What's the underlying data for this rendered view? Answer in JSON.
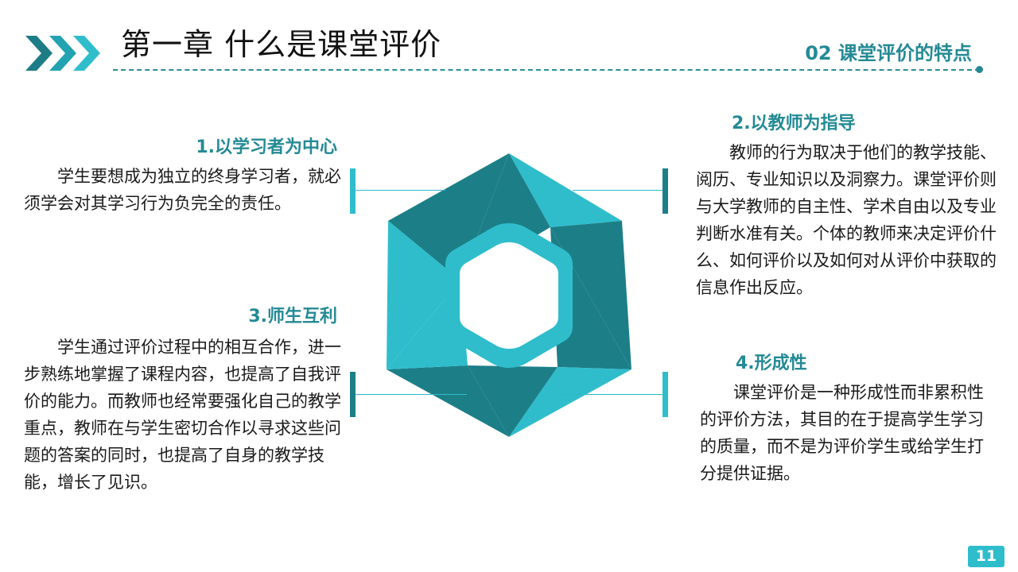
{
  "header": {
    "title": "第一章  什么是课堂评价",
    "section": "02 课堂评价的特点"
  },
  "points": [
    {
      "heading": "1.以学习者为中心",
      "text": "学生要想成为独立的终身学习者，就必须学会对其学习行为负完全的责任。"
    },
    {
      "heading": "2.以教师为指导",
      "text": "教师的行为取决于他们的教学技能、阅历、专业知识以及洞察力。课堂评价则与大学教师的自主性、学术自由以及专业判断水准有关。个体的教师来决定评价什么、如何评价以及如何对从评价中获取的信息作出反应。"
    },
    {
      "heading": "3.师生互利",
      "text": "学生通过评价过程中的相互合作，进一步熟练地掌握了课程内容，也提高了自我评价的能力。而教师也经常要强化自己的教学重点，教师在与学生密切合作以寻求这些问题的答案的同时，也提高了自身的教学技能，增长了见识。"
    },
    {
      "heading": "4.形成性",
      "text": "课堂评价是一种形成性而非累积性的评价方法，其目的在于提高学生学习的质量，而不是为评价学生或给学生打分提供证据。"
    }
  ],
  "page_number": "11",
  "colors": {
    "accent": "#248a95",
    "light": "#2fbdcc",
    "dark": "#1c7f88"
  },
  "icons": {
    "header": "triple-chevron-icon",
    "center": "hexagon-shutter-graphic"
  }
}
